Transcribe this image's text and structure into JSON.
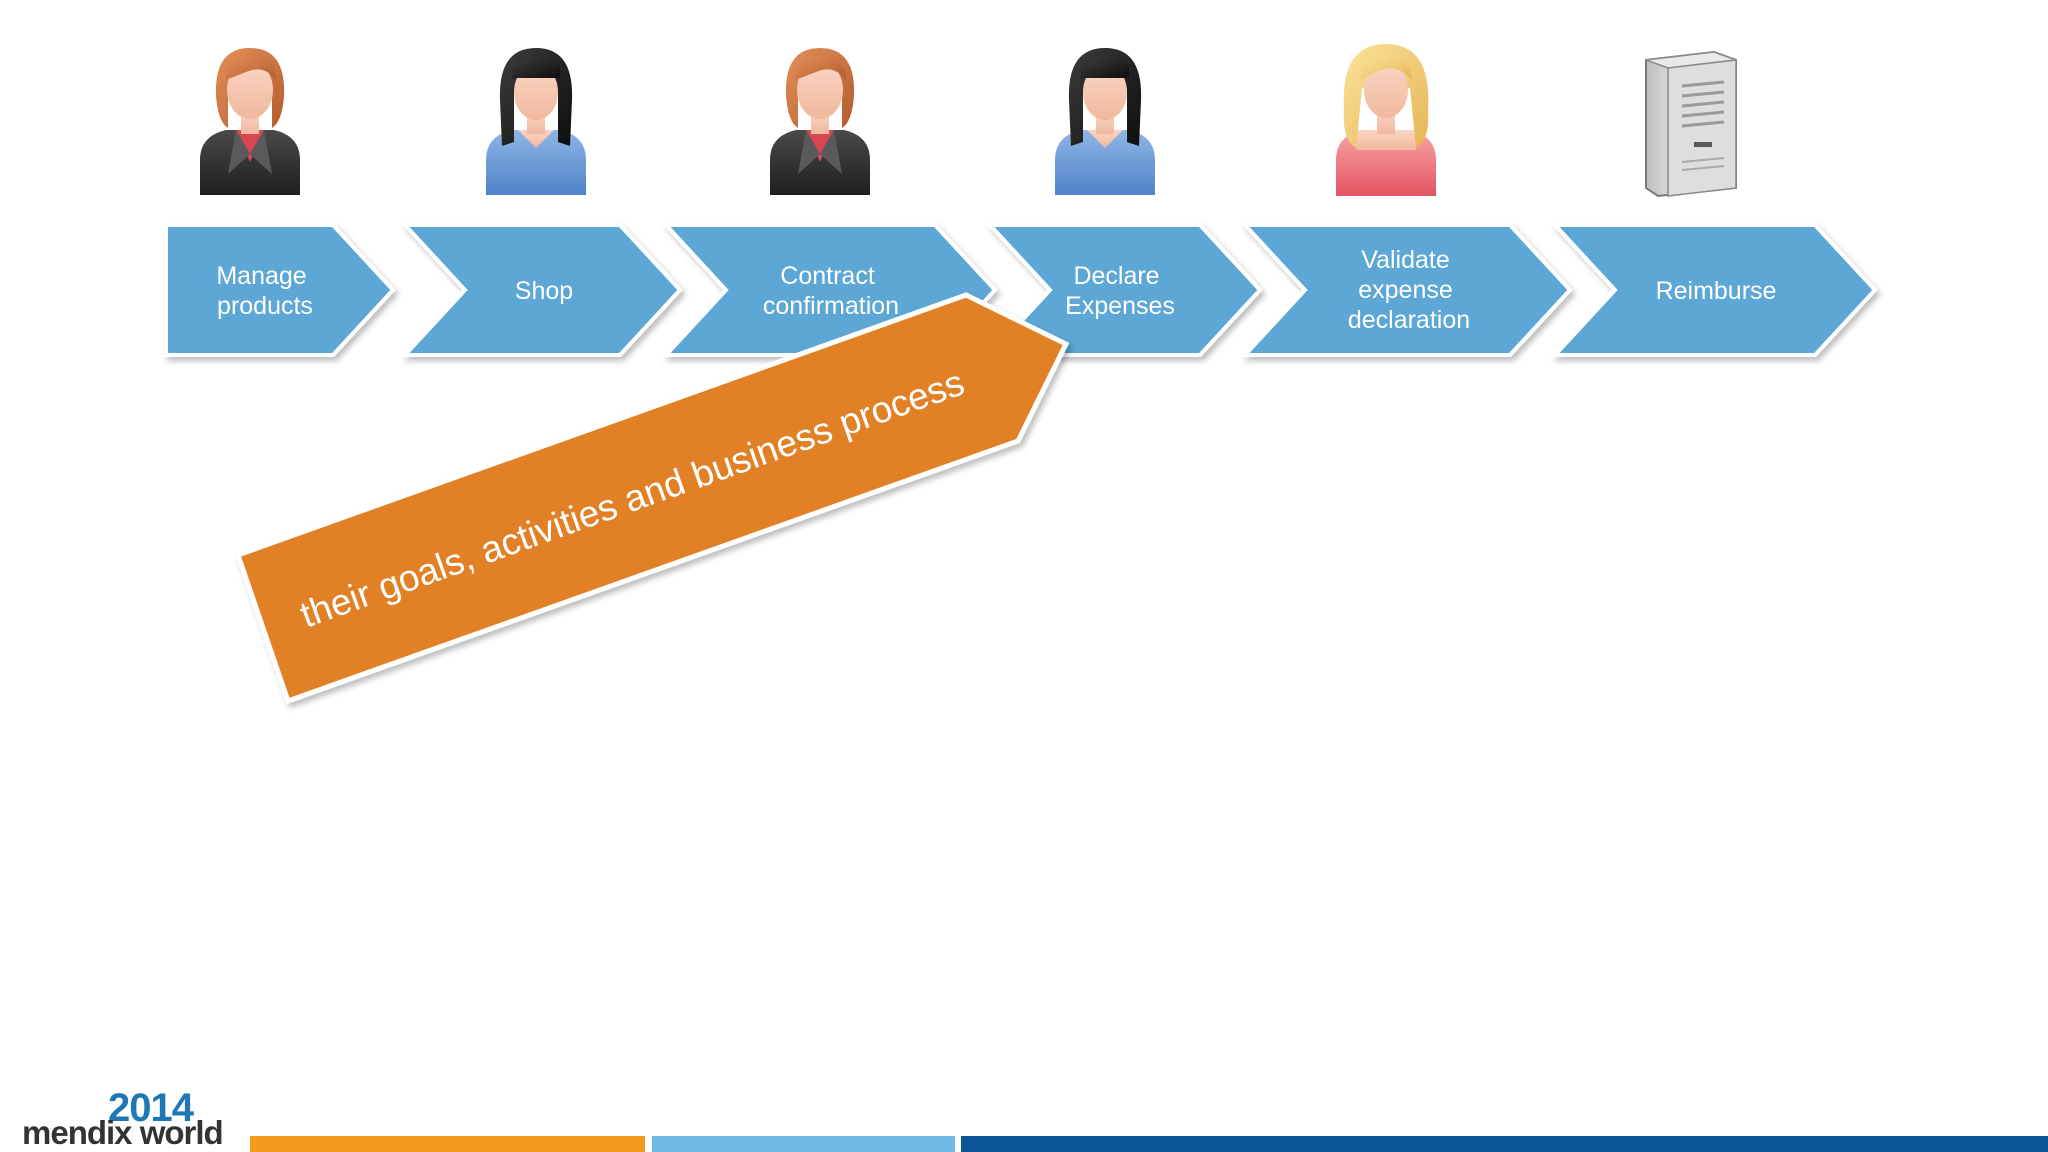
{
  "process_steps": [
    {
      "lines": [
        "Manage",
        "products"
      ],
      "actor_icon": "businesswoman-icon"
    },
    {
      "lines": [
        "Shop"
      ],
      "actor_icon": "woman-icon"
    },
    {
      "lines": [
        "Contract",
        "confirmation"
      ],
      "actor_icon": "businesswoman-icon"
    },
    {
      "lines": [
        "Declare",
        "Expenses"
      ],
      "actor_icon": "woman-icon"
    },
    {
      "lines": [
        "Validate",
        "expense",
        "declaration"
      ],
      "actor_icon": "blonde-woman-icon"
    },
    {
      "lines": [
        "Reimburse"
      ],
      "actor_icon": "server-icon"
    }
  ],
  "callout": {
    "text": "their goals, activities and business process"
  },
  "logo": {
    "year": "2014",
    "wordmark": "mendix world"
  },
  "colors": {
    "chevron": "#5ba7d6",
    "callout": "#e28026",
    "bar_orange": "#f49a1c",
    "bar_light_blue": "#6fb9e6",
    "bar_dark_blue": "#0a5595"
  }
}
